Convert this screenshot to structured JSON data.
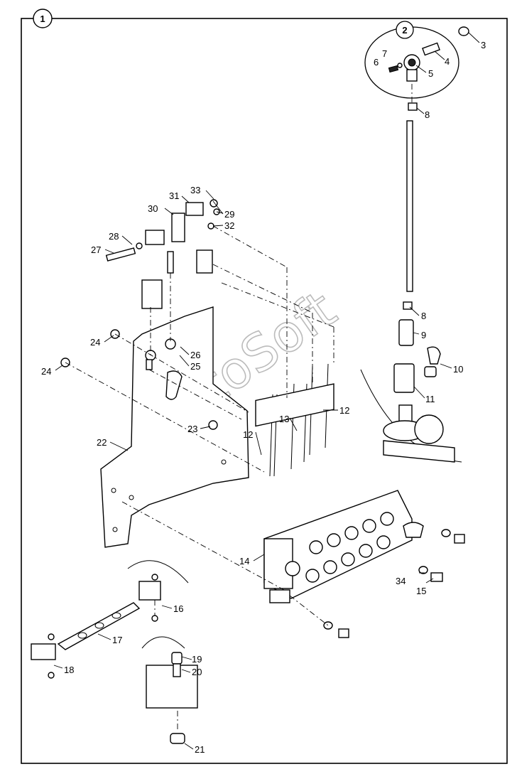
{
  "watermark": "AutoSoft",
  "assembly_marker": "1",
  "detail_marker": "2",
  "callouts": {
    "c3": "3",
    "c4": "4",
    "c5": "5",
    "c6": "6",
    "c7": "7",
    "c8a": "8",
    "c8b": "8",
    "c9": "9",
    "c10": "10",
    "c11": "11",
    "c12a": "12",
    "c12b": "12",
    "c13": "13",
    "c14": "14",
    "c15": "15",
    "c16": "16",
    "c17": "17",
    "c18": "18",
    "c19": "19",
    "c20": "20",
    "c21": "21",
    "c22": "22",
    "c23": "23",
    "c24a": "24",
    "c24b": "24",
    "c25": "25",
    "c26": "26",
    "c27": "27",
    "c28": "28",
    "c29": "29",
    "c30": "30",
    "c31": "31",
    "c32": "32",
    "c33": "33",
    "c34": "34"
  }
}
